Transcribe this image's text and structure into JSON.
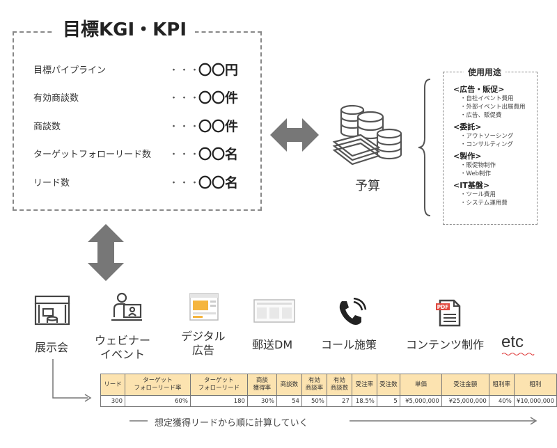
{
  "kpi": {
    "title": "目標KGI・KPI",
    "dots": "・・・",
    "rows": [
      {
        "label": "目標パイプライン",
        "value": "〇〇円"
      },
      {
        "label": "有効商談数",
        "value": "〇〇件"
      },
      {
        "label": "商談数",
        "value": "〇〇件"
      },
      {
        "label": "ターゲットフォローリード数",
        "value": "〇〇名"
      },
      {
        "label": "リード数",
        "value": "〇〇名"
      }
    ]
  },
  "budget": {
    "label": "予算"
  },
  "usage": {
    "title": "使用用途",
    "categories": [
      {
        "name": "<広告・販促>",
        "items": [
          "・自社イベント費用",
          "・外部イベント出展費用",
          "・広告、販促費"
        ]
      },
      {
        "name": "<委託>",
        "items": [
          "・アウトソーシング",
          "・コンサルティング"
        ]
      },
      {
        "name": "<製作>",
        "items": [
          "・販促物制作",
          "・Web制作"
        ]
      },
      {
        "name": "<IT基盤>",
        "items": [
          "・ツール費用",
          "・システム運用費"
        ]
      }
    ]
  },
  "channels": [
    {
      "label": "展示会",
      "icon": "exhibition-booth-icon"
    },
    {
      "label": "ウェビナー\nイベント",
      "icon": "webinar-presenter-icon"
    },
    {
      "label": "デジタル\n広告",
      "icon": "digital-ad-icon"
    },
    {
      "label": "郵送DM",
      "icon": "direct-mail-icon"
    },
    {
      "label": "コール施策",
      "icon": "phone-call-icon"
    },
    {
      "label": "コンテンツ制作",
      "icon": "pdf-document-icon"
    },
    {
      "label": "etc",
      "icon": ""
    }
  ],
  "table": {
    "headers": [
      "リード",
      "ターゲット\nフォローリード率",
      "ターゲット\nフォローリード",
      "商談\n獲得率",
      "商談数",
      "有効\n商談率",
      "有効\n商談数",
      "受注率",
      "受注数",
      "単価",
      "受注金額",
      "粗利率",
      "粗利"
    ],
    "row": [
      "300",
      "60%",
      "180",
      "30%",
      "54",
      "50%",
      "27",
      "18.5%",
      "5",
      "¥5,000,000",
      "¥25,000,000",
      "40%",
      "¥10,000,000"
    ]
  },
  "footer": "想定獲得リードから順に計算していく",
  "colors": {
    "header_fill": "#fce3b0",
    "arrow_gray": "#777777",
    "ad_orange": "#f5b53e",
    "pdf_red": "#e0483e"
  }
}
